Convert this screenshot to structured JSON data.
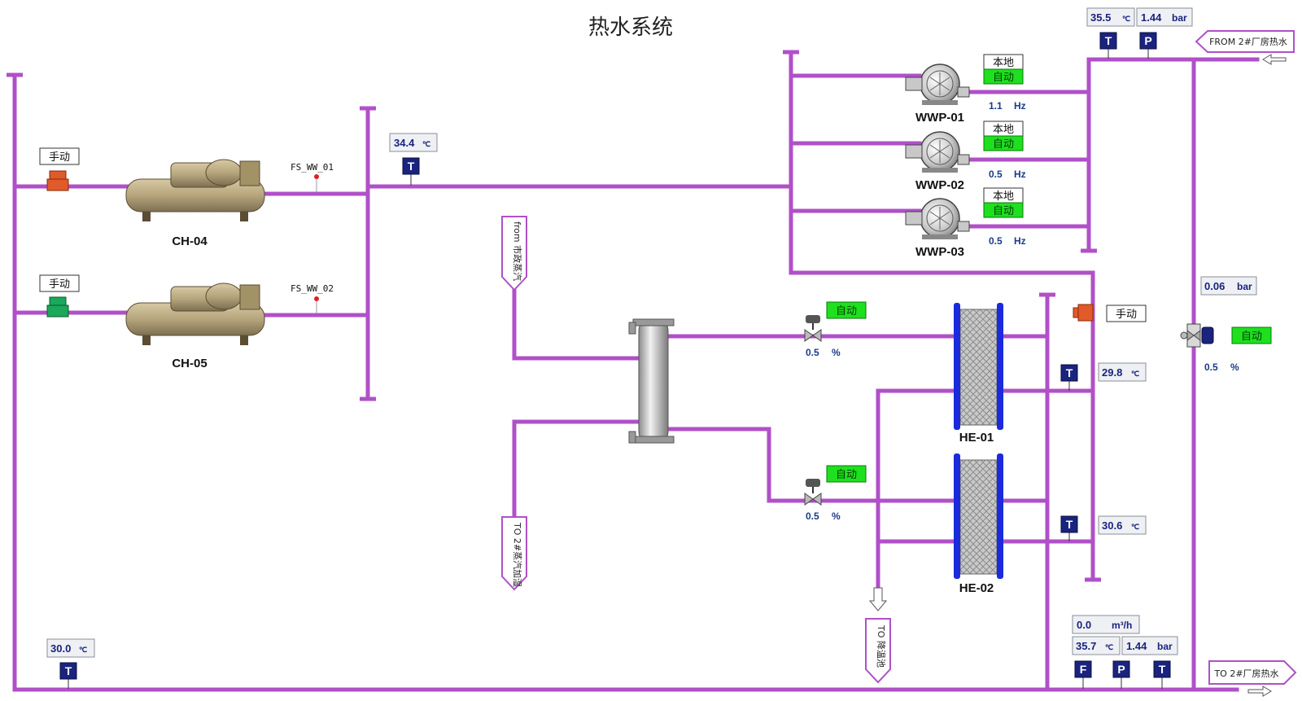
{
  "title": "热水系统",
  "chillers": [
    {
      "name": "CH-04",
      "mode": "手动",
      "flow_tag": "FS_WW_01"
    },
    {
      "name": "CH-05",
      "mode": "手动",
      "flow_tag": "FS_WW_02"
    }
  ],
  "supply_temp": {
    "value": "34.4",
    "unit": "℃"
  },
  "return_temp": {
    "value": "30.0",
    "unit": "℃"
  },
  "pumps": [
    {
      "name": "WWP-01",
      "mode_local": "本地",
      "mode_auto": "自动",
      "freq": "1.1",
      "freq_unit": "Hz"
    },
    {
      "name": "WWP-02",
      "mode_local": "本地",
      "mode_auto": "自动",
      "freq": "0.5",
      "freq_unit": "Hz"
    },
    {
      "name": "WWP-03",
      "mode_local": "本地",
      "mode_auto": "自动",
      "freq": "0.5",
      "freq_unit": "Hz"
    }
  ],
  "header_in": {
    "temp": "35.5",
    "temp_unit": "℃",
    "pressure": "1.44",
    "pressure_unit": "bar",
    "label": "FROM 2#厂房热水"
  },
  "header_out": {
    "flow": "0.0",
    "flow_unit": "m³/h",
    "temp": "35.7",
    "temp_unit": "℃",
    "pressure": "1.44",
    "pressure_unit": "bar",
    "label": "TO 2#厂房热水"
  },
  "bypass": {
    "pressure": "0.06",
    "pressure_unit": "bar",
    "mode": "自动",
    "opening": "0.5",
    "opening_unit": "%"
  },
  "hx_valve_mode": "手动",
  "steam_in_label": "from 市政蒸汽",
  "steam_out_label": "TO 2#蒸汽加湿",
  "drain_label": "TO 降温池",
  "steam_valves": [
    {
      "mode": "自动",
      "opening": "0.5",
      "unit": "%"
    },
    {
      "mode": "自动",
      "opening": "0.5",
      "unit": "%"
    }
  ],
  "heat_exchangers": [
    {
      "name": "HE-01",
      "temp": "29.8",
      "unit": "℃"
    },
    {
      "name": "HE-02",
      "temp": "30.6",
      "unit": "℃"
    }
  ],
  "sensor_letters": {
    "t": "T",
    "p": "P",
    "f": "F"
  },
  "colors": {
    "pipe": "#b050c8",
    "auto": "#1ee01e",
    "sensor": "#1a237e",
    "valve_red": "#e05a2a",
    "valve_green": "#1aa85a"
  }
}
